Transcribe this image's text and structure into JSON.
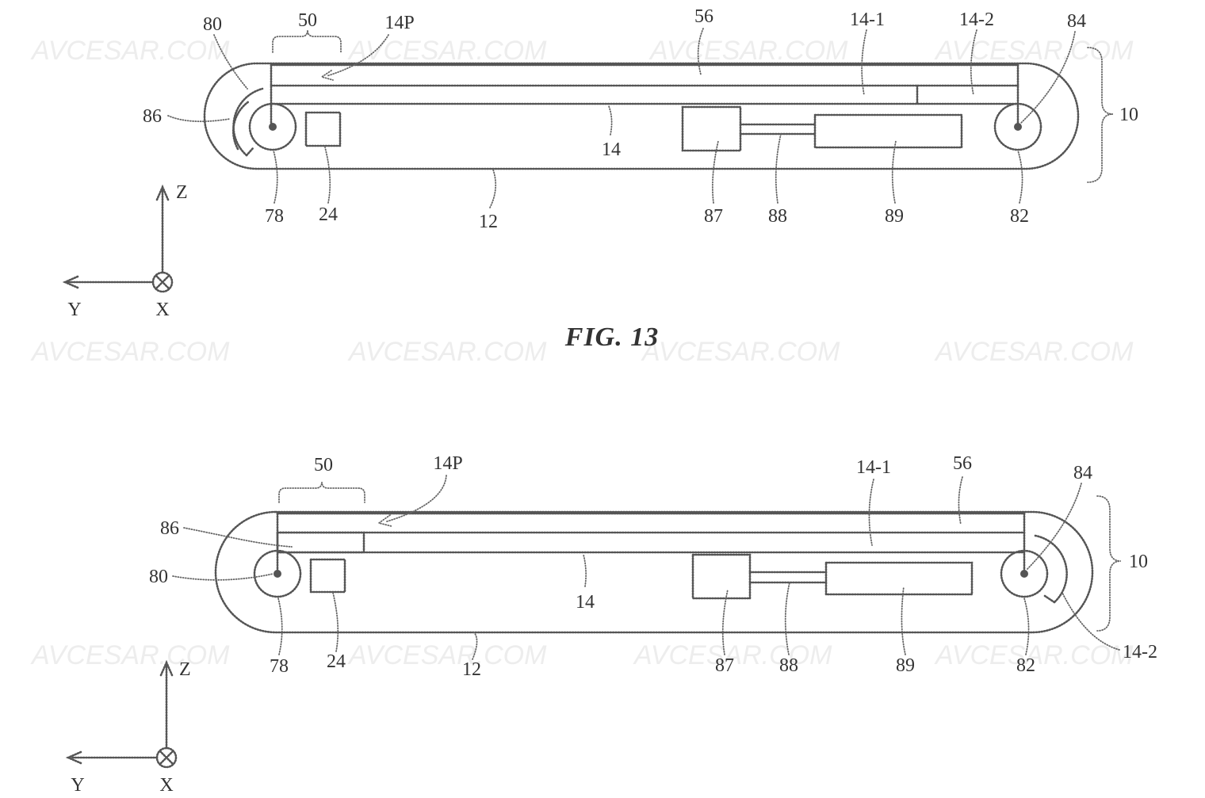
{
  "watermark": "AVCESAR.COM",
  "figures": [
    {
      "caption": "FIG. 13",
      "labels": {
        "ref_80": "80",
        "ref_50": "50",
        "ref_14p": "14P",
        "ref_56": "56",
        "ref_14_1": "14-1",
        "ref_14_2": "14-2",
        "ref_84": "84",
        "ref_86": "86",
        "ref_14": "14",
        "ref_10": "10",
        "ref_78": "78",
        "ref_24": "24",
        "ref_12": "12",
        "ref_87": "87",
        "ref_88": "88",
        "ref_89": "89",
        "ref_82": "82"
      },
      "axes": {
        "z": "Z",
        "y": "Y",
        "x": "X"
      }
    },
    {
      "caption": "",
      "labels": {
        "ref_50": "50",
        "ref_14p": "14P",
        "ref_14_1": "14-1",
        "ref_56": "56",
        "ref_84": "84",
        "ref_86": "86",
        "ref_80": "80",
        "ref_10": "10",
        "ref_14": "14",
        "ref_78": "78",
        "ref_24": "24",
        "ref_12": "12",
        "ref_87": "87",
        "ref_88": "88",
        "ref_89": "89",
        "ref_82": "82",
        "ref_14_2": "14-2"
      },
      "axes": {
        "z": "Z",
        "y": "Y",
        "x": "X"
      }
    }
  ]
}
